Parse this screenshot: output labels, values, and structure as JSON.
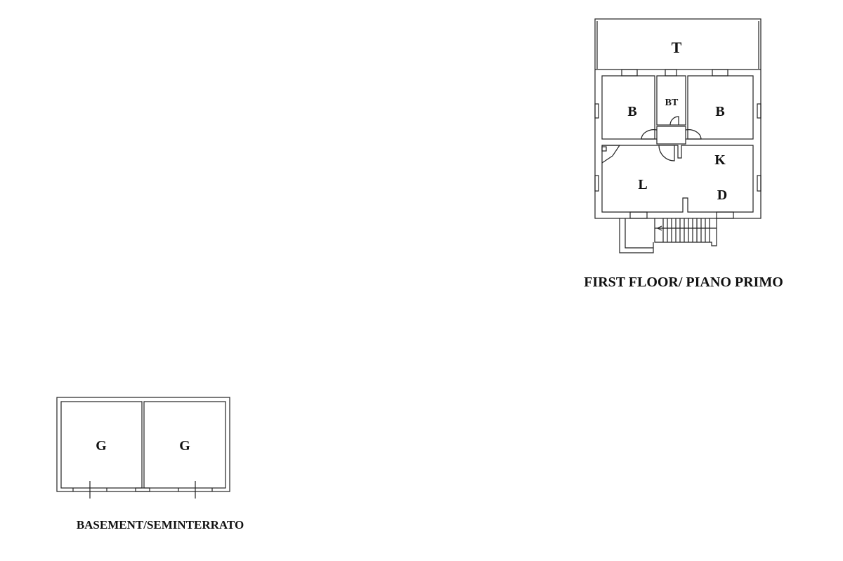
{
  "first_floor": {
    "title": "FIRST FLOOR/ PIANO PRIMO",
    "rooms": {
      "terrace": "T",
      "bathroom": "BT",
      "bedroom_left": "B",
      "bedroom_right": "B",
      "kitchen": "K",
      "living": "L",
      "dining": "D"
    }
  },
  "basement": {
    "title": "BASEMENT/SEMINTERRATO",
    "rooms": {
      "garage_left": "G",
      "garage_right": "G"
    }
  }
}
